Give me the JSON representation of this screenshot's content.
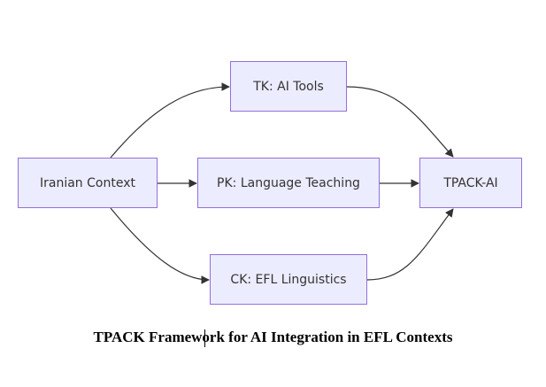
{
  "diagram": {
    "nodes": {
      "iranian": {
        "label": "Iranian Context"
      },
      "tk": {
        "label": "TK: AI Tools"
      },
      "pk": {
        "label": "PK: Language Teaching"
      },
      "ck": {
        "label": "CK: EFL Linguistics"
      },
      "tpack": {
        "label": "TPACK-AI"
      }
    },
    "edges": [
      {
        "from": "Iranian Context",
        "to": "TK: AI Tools"
      },
      {
        "from": "Iranian Context",
        "to": "PK: Language Teaching"
      },
      {
        "from": "Iranian Context",
        "to": "CK: EFL Linguistics"
      },
      {
        "from": "TK: AI Tools",
        "to": "TPACK-AI"
      },
      {
        "from": "PK: Language Teaching",
        "to": "TPACK-AI"
      },
      {
        "from": "CK: EFL Linguistics",
        "to": "TPACK-AI"
      }
    ],
    "colors": {
      "node_fill": "#ececff",
      "node_border": "#9370db",
      "edge": "#333333",
      "text": "#333333"
    }
  },
  "caption": "TPACK Framework for AI Integration in EFL Contexts"
}
